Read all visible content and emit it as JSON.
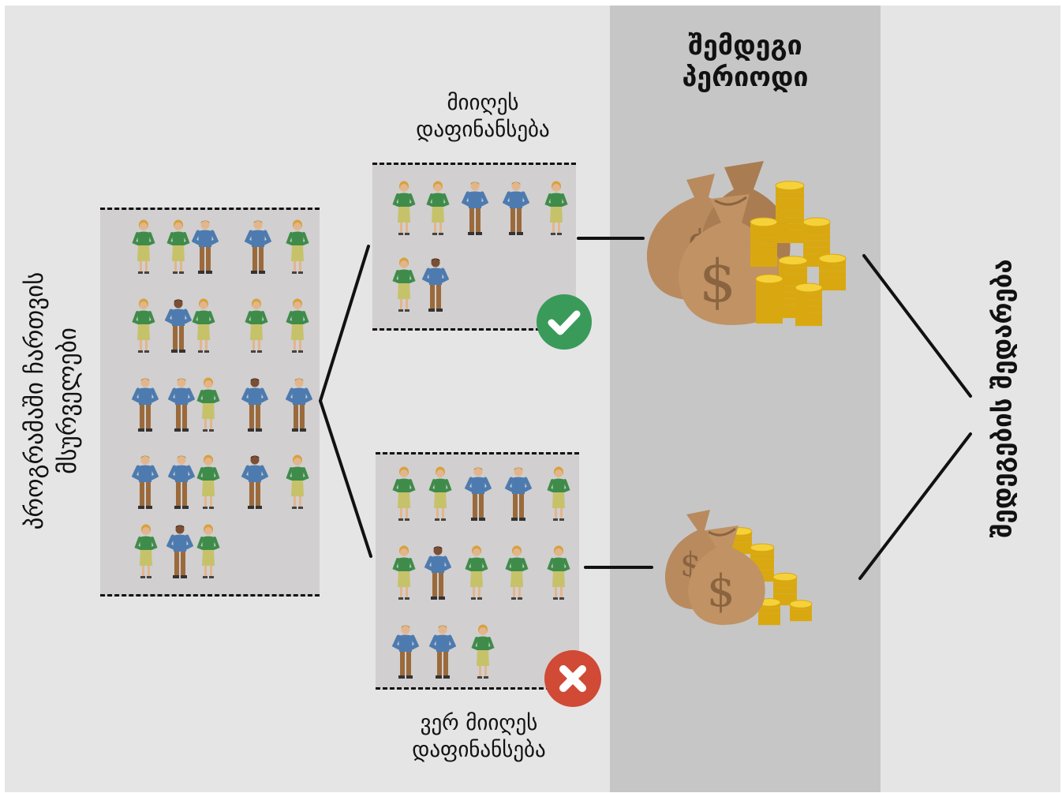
{
  "labels": {
    "participants": [
      "პროგრამაში ჩართვის",
      "მსურველები"
    ],
    "next_period": [
      "შემდეგი",
      "პერიოდი"
    ],
    "funded": [
      "მიიღეს",
      "დაფინანსება"
    ],
    "not_funded": [
      "ვერ მიიღეს",
      "დაფინანსება"
    ],
    "compare": "შედეგების შედარება"
  },
  "status_icons": {
    "funded": "check-icon",
    "not_funded": "cross-icon"
  },
  "colors": {
    "canvas": "#e5e5e5",
    "band": "#c6c6c6",
    "box": "#d1cfcf",
    "check": "#3a9a5a",
    "cross": "#d04a35",
    "bag": "#b88a5e",
    "coin": "#f1c21b"
  },
  "groups": {
    "participants": [
      "w",
      "w",
      "m",
      "m",
      "w",
      "w",
      "d",
      "w",
      "w",
      "w",
      "m",
      "m",
      "w",
      "d",
      "m",
      "m",
      "m",
      "w",
      "d",
      "w",
      "w",
      "d",
      "w"
    ],
    "funded": [
      "w",
      "w",
      "m",
      "m",
      "w",
      "w",
      "d"
    ],
    "not_funded": [
      "w",
      "w",
      "m",
      "m",
      "w",
      "w",
      "d",
      "w",
      "w",
      "w",
      "m",
      "m",
      "w"
    ]
  }
}
